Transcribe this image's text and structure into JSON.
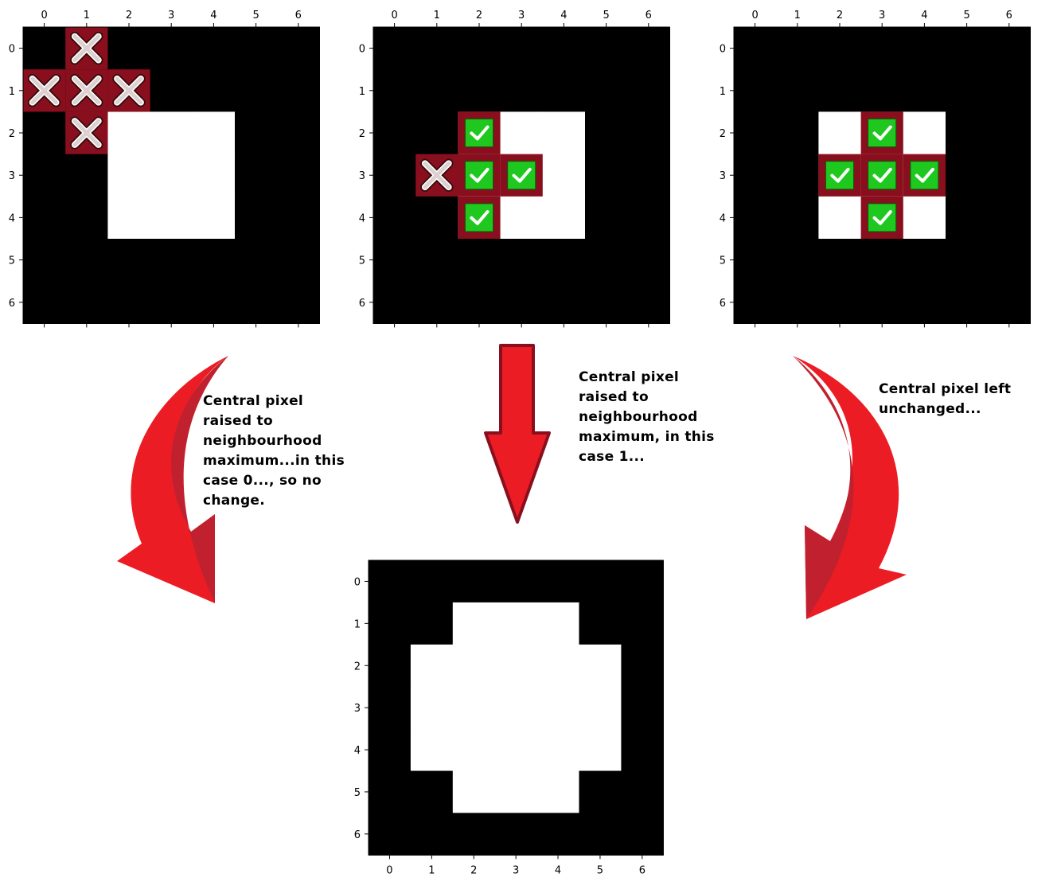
{
  "tick_labels": [
    "0",
    "1",
    "2",
    "3",
    "4",
    "5",
    "6"
  ],
  "colors": {
    "black": "#000000",
    "white": "#ffffff",
    "kernel": "#8a0f1e",
    "check_green": "#1ec81e",
    "arrow_red": "#ec1c24",
    "arrow_shadow": "#c1212e",
    "arrow_outline": "#8a0f1e",
    "x_fill": "#dcd0d0"
  },
  "panels": [
    {
      "id": "step-1",
      "grid": [
        [
          0,
          0,
          0,
          0,
          0,
          0,
          0
        ],
        [
          0,
          0,
          0,
          0,
          0,
          0,
          0
        ],
        [
          0,
          0,
          1,
          1,
          1,
          0,
          0
        ],
        [
          0,
          0,
          1,
          1,
          1,
          0,
          0
        ],
        [
          0,
          0,
          1,
          1,
          1,
          0,
          0
        ],
        [
          0,
          0,
          0,
          0,
          0,
          0,
          0
        ],
        [
          0,
          0,
          0,
          0,
          0,
          0,
          0
        ]
      ],
      "kernel_cells": [
        {
          "row": 0,
          "col": 1,
          "mark": "cross"
        },
        {
          "row": 1,
          "col": 0,
          "mark": "cross"
        },
        {
          "row": 1,
          "col": 1,
          "mark": "cross"
        },
        {
          "row": 1,
          "col": 2,
          "mark": "cross"
        },
        {
          "row": 2,
          "col": 1,
          "mark": "cross"
        }
      ]
    },
    {
      "id": "step-2",
      "grid": [
        [
          0,
          0,
          0,
          0,
          0,
          0,
          0
        ],
        [
          0,
          0,
          0,
          0,
          0,
          0,
          0
        ],
        [
          0,
          0,
          1,
          1,
          1,
          0,
          0
        ],
        [
          0,
          0,
          1,
          1,
          1,
          0,
          0
        ],
        [
          0,
          0,
          1,
          1,
          1,
          0,
          0
        ],
        [
          0,
          0,
          0,
          0,
          0,
          0,
          0
        ],
        [
          0,
          0,
          0,
          0,
          0,
          0,
          0
        ]
      ],
      "kernel_cells": [
        {
          "row": 2,
          "col": 2,
          "mark": "check"
        },
        {
          "row": 3,
          "col": 1,
          "mark": "cross"
        },
        {
          "row": 3,
          "col": 2,
          "mark": "check"
        },
        {
          "row": 3,
          "col": 3,
          "mark": "check"
        },
        {
          "row": 4,
          "col": 2,
          "mark": "check"
        }
      ]
    },
    {
      "id": "step-3",
      "grid": [
        [
          0,
          0,
          0,
          0,
          0,
          0,
          0
        ],
        [
          0,
          0,
          0,
          0,
          0,
          0,
          0
        ],
        [
          0,
          0,
          1,
          1,
          1,
          0,
          0
        ],
        [
          0,
          0,
          1,
          1,
          1,
          0,
          0
        ],
        [
          0,
          0,
          1,
          1,
          1,
          0,
          0
        ],
        [
          0,
          0,
          0,
          0,
          0,
          0,
          0
        ],
        [
          0,
          0,
          0,
          0,
          0,
          0,
          0
        ]
      ],
      "kernel_cells": [
        {
          "row": 2,
          "col": 3,
          "mark": "check"
        },
        {
          "row": 3,
          "col": 2,
          "mark": "check"
        },
        {
          "row": 3,
          "col": 3,
          "mark": "check"
        },
        {
          "row": 3,
          "col": 4,
          "mark": "check"
        },
        {
          "row": 4,
          "col": 3,
          "mark": "check"
        }
      ]
    },
    {
      "id": "result",
      "grid": [
        [
          0,
          0,
          0,
          0,
          0,
          0,
          0
        ],
        [
          0,
          0,
          1,
          1,
          1,
          0,
          0
        ],
        [
          0,
          1,
          1,
          1,
          1,
          1,
          0
        ],
        [
          0,
          1,
          1,
          1,
          1,
          1,
          0
        ],
        [
          0,
          1,
          1,
          1,
          1,
          1,
          0
        ],
        [
          0,
          0,
          1,
          1,
          1,
          0,
          0
        ],
        [
          0,
          0,
          0,
          0,
          0,
          0,
          0
        ]
      ],
      "kernel_cells": []
    }
  ],
  "captions": {
    "left": [
      "Central pixel",
      "raised to",
      "neighbourhood",
      "maximum...in this",
      "case 0..., so no",
      "change."
    ],
    "middle": [
      "Central pixel",
      "raised to",
      "neighbourhood",
      "maximum, in this",
      "case 1..."
    ],
    "right": [
      "Central pixel left",
      "unchanged..."
    ]
  }
}
